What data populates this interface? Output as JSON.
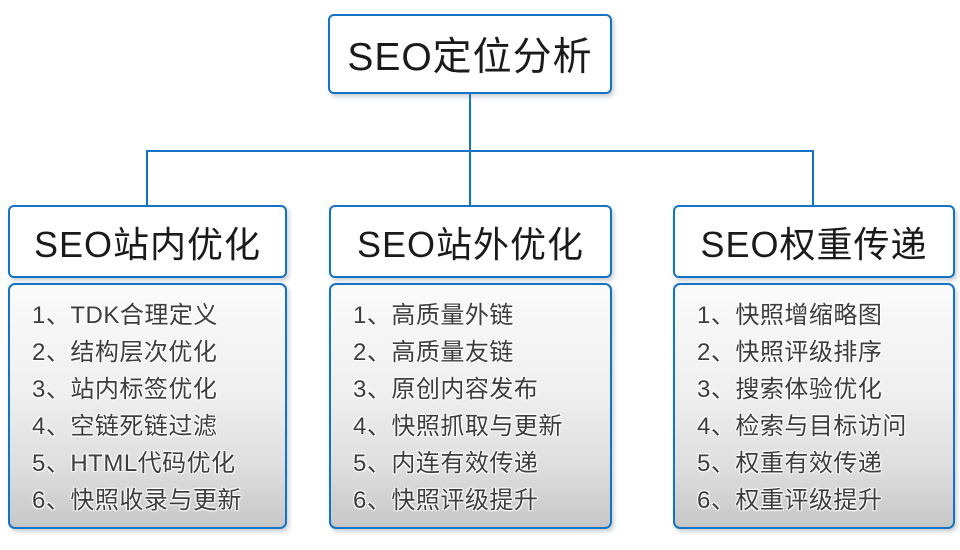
{
  "root": {
    "title": "SEO定位分析"
  },
  "colors": {
    "line_blue": "#1473c2",
    "box_fill_top": "#fbfbfb",
    "box_fill_bottom": "#c7c7c7",
    "text_dark": "#3d3d3d"
  },
  "columns": [
    {
      "header": "SEO站内优化",
      "items": [
        "1、TDK合理定义",
        "2、结构层次优化",
        "3、站内标签优化",
        "4、空链死链过滤",
        "5、HTML代码优化",
        "6、快照收录与更新"
      ]
    },
    {
      "header": "SEO站外优化",
      "items": [
        "1、高质量外链",
        "2、高质量友链",
        "3、原创内容发布",
        "4、快照抓取与更新",
        "5、内连有效传递",
        "6、快照评级提升"
      ]
    },
    {
      "header": "SEO权重传递",
      "items": [
        "1、快照增缩略图",
        "2、快照评级排序",
        "3、搜索体验优化",
        "4、检索与目标访问",
        "5、权重有效传递",
        "6、权重评级提升"
      ]
    }
  ]
}
